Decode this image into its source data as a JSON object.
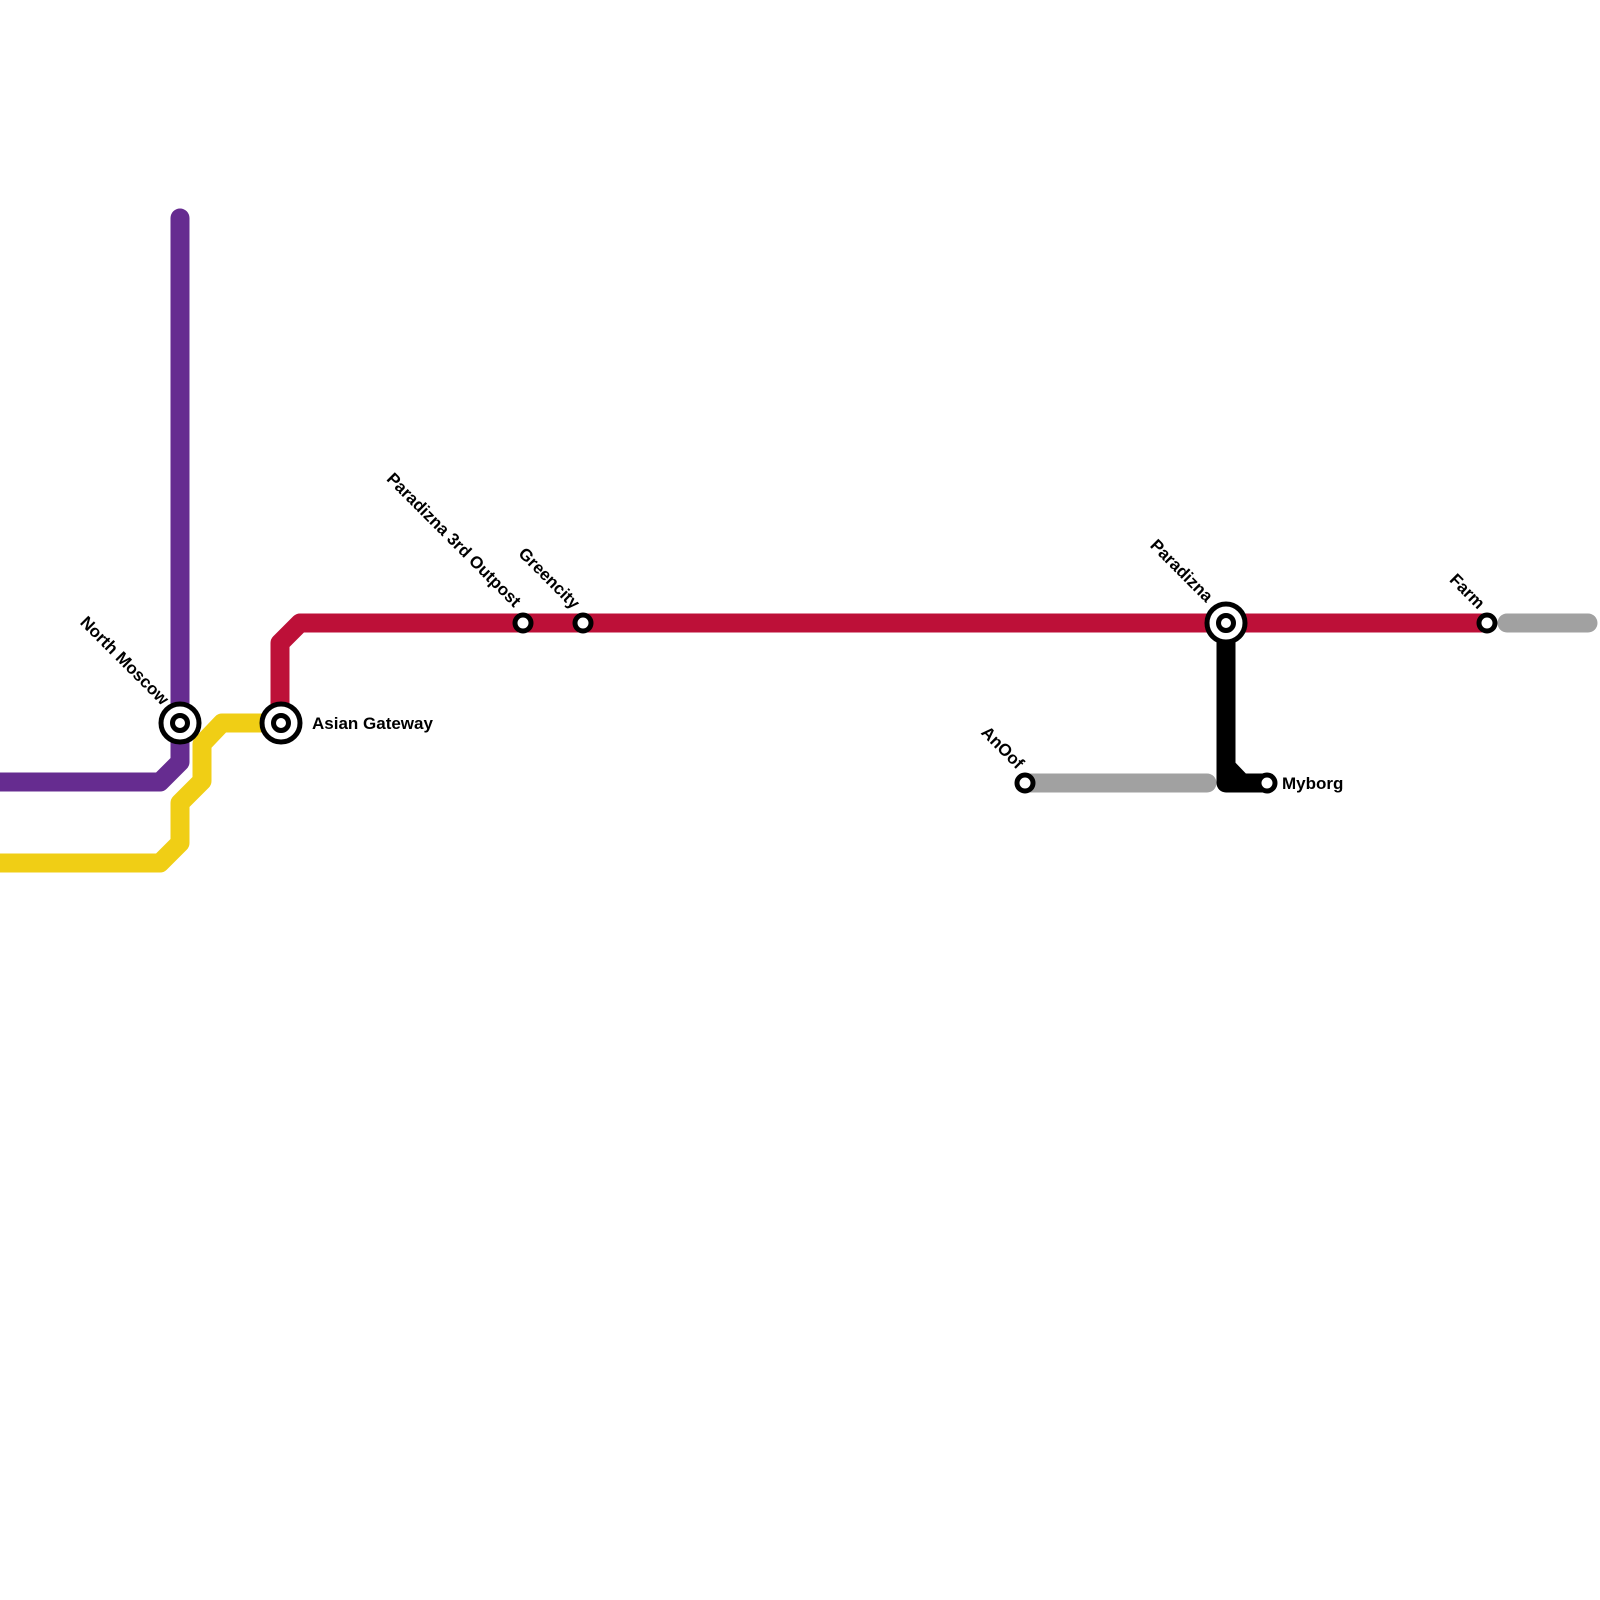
{
  "map": {
    "lines": [
      {
        "id": "purple",
        "color": "#662c90"
      },
      {
        "id": "yellow",
        "color": "#f0ce15"
      },
      {
        "id": "red",
        "color": "#bd1038"
      },
      {
        "id": "gray",
        "color": "#a1a1a1"
      },
      {
        "id": "black",
        "color": "#000000"
      }
    ],
    "stations": {
      "north_moscow": {
        "name": "North Moscow",
        "interchange": true
      },
      "asian_gateway": {
        "name": "Asian Gateway",
        "interchange": true
      },
      "paradizna_3rd_outpost": {
        "name": "Paradizna 3rd Outpost",
        "interchange": false
      },
      "greencity": {
        "name": "Greencity",
        "interchange": false
      },
      "paradizna": {
        "name": "Paradizna",
        "interchange": true
      },
      "farm": {
        "name": "Farm",
        "interchange": false
      },
      "anoof": {
        "name": "AnOof",
        "interchange": false
      },
      "myborg": {
        "name": "Myborg",
        "interchange": false
      }
    }
  }
}
